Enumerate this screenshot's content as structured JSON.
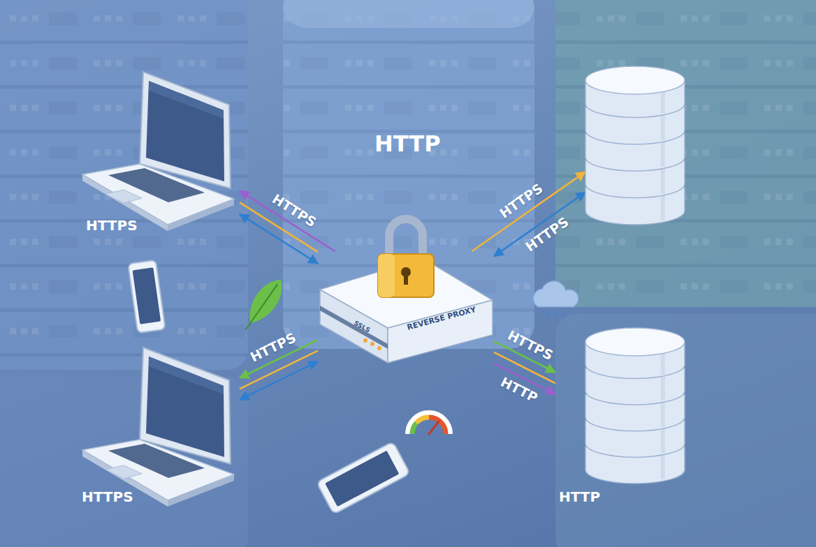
{
  "diagram": {
    "nodes": [
      {
        "text": [
          "HTTPS"
        ]
      },
      {
        "text": []
      },
      {
        "text": [
          "SSLS",
          "REVERSE PROXY"
        ]
      },
      {
        "text": [
          "HTTPS"
        ]
      },
      {
        "text": [
          "HTTP"
        ]
      }
    ],
    "edges": [
      {
        "from": 2,
        "to": 0,
        "label": "HTTPS",
        "arrow": "to"
      },
      {
        "from": 0,
        "to": 2,
        "arrow": "both"
      },
      {
        "from": 0,
        "to": 2,
        "arrow": "none"
      },
      {
        "from": 2,
        "to": 1,
        "label": "HTTPS",
        "arrow": "to"
      },
      {
        "from": 2,
        "to": 1,
        "label": "HTTPS",
        "arrow": "both"
      },
      {
        "from": 2,
        "to": 3,
        "label": "HTTPS",
        "arrow": "to"
      },
      {
        "from": 3,
        "to": 2,
        "arrow": "both"
      },
      {
        "from": 3,
        "to": 2,
        "arrow": "none"
      },
      {
        "from": 2,
        "to": 4,
        "label": "HTTPS",
        "arrow": "to"
      },
      {
        "from": 2,
        "to": 4,
        "label": "HTTP",
        "arrow": "to"
      },
      {
        "from": 2,
        "to": 4,
        "arrow": "none"
      }
    ],
    "labels": [
      "HTTP"
    ]
  }
}
